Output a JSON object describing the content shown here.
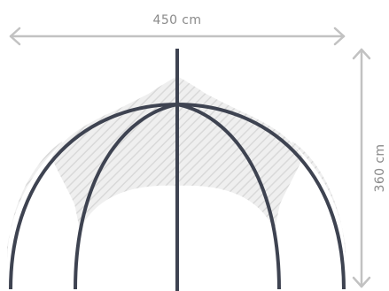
{
  "dimensions": {
    "width_label": "450 cm",
    "height_label": "360 cm"
  },
  "colors": {
    "frame": "#3e4351",
    "dimension_line": "#c2c2c2",
    "dimension_text": "#8a8a8a",
    "hatch": "#d6d6d6",
    "hatch_fill": "#efefef",
    "background": "#ffffff"
  },
  "icons": {
    "width_arrow": "double-arrow-horizontal",
    "height_arrow": "double-arrow-vertical"
  }
}
